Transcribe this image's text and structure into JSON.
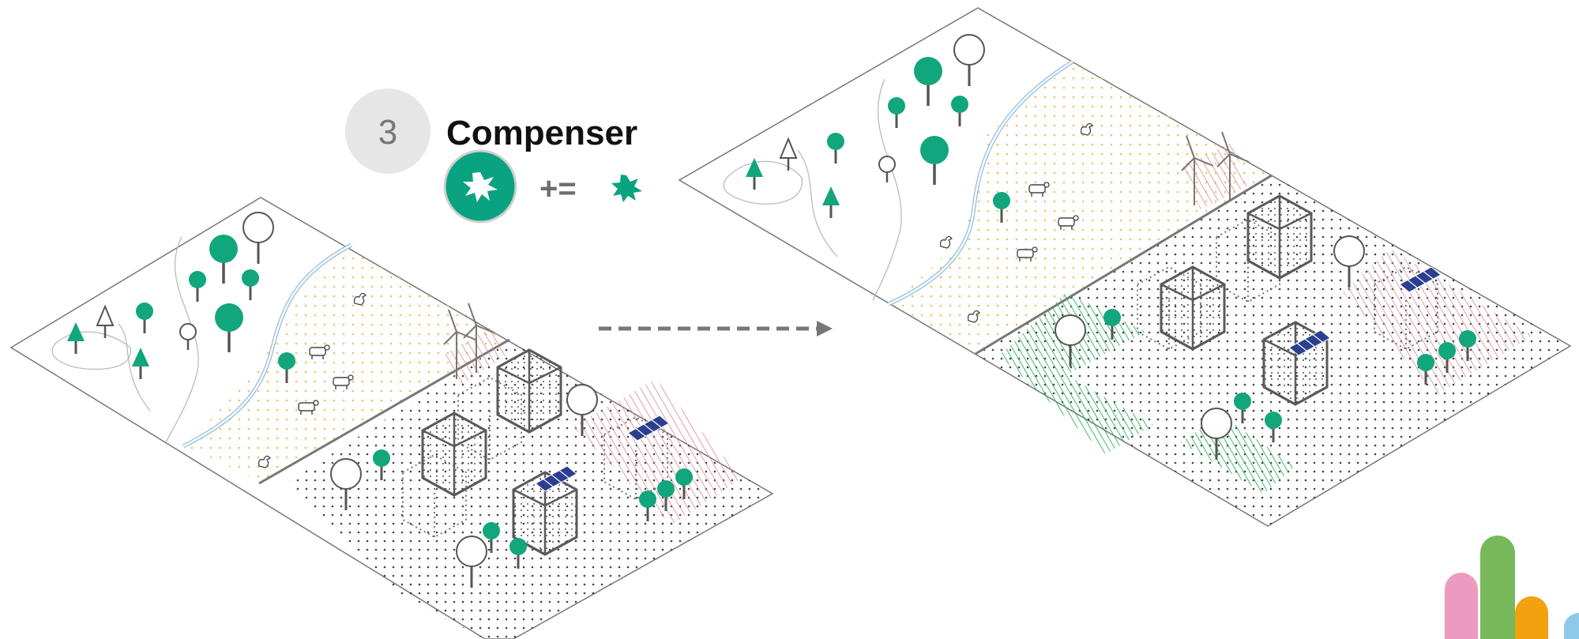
{
  "step": {
    "number": "3",
    "title": "Compenser",
    "operator": "+="
  },
  "colors": {
    "accent_green": "#0aa381",
    "tree_green": "#12a67d",
    "step_circle": "#e6e6e6",
    "arrow": "#777777",
    "river": "#8fbde0",
    "solar_blue": "#2a3f8f",
    "hatch_red": "#d88a8a",
    "hatch_green": "#28b45a",
    "dots_yellow": "#e8c35a",
    "bar_pink": "#ec9ac0",
    "bar_green": "#77b85a",
    "bar_orange": "#f2a10f",
    "bar_blue": "#8fc9ea"
  },
  "icons": [
    "step-number-circle",
    "compensation-badge-icon",
    "burst-icon",
    "process-arrow",
    "wind-turbine-icon",
    "solar-panel-icon",
    "tree-icon",
    "house-icon",
    "cow-icon",
    "chicken-icon",
    "brand-bars-logo"
  ]
}
